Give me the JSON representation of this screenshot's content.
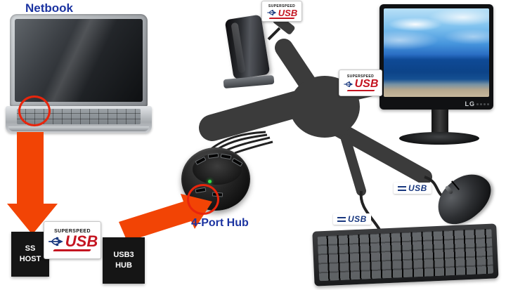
{
  "labels": {
    "netbook": "Netbook",
    "hub": "4-Port Hub"
  },
  "host_box": {
    "line1": "SS",
    "line2": "HOST"
  },
  "hub_box": {
    "line1": "USB3",
    "line2": "HUB"
  },
  "logos": {
    "superspeed": "SUPERSPEED",
    "usb": "USB"
  },
  "monitor": {
    "brand": "LG"
  },
  "colors": {
    "label_blue": "#1c34a1",
    "arrow_orange": "#f24405",
    "highlight_red": "#e8250c",
    "cable_dark": "#3b3b3b",
    "usb_red": "#c41420",
    "usb_blue": "#19387f"
  }
}
